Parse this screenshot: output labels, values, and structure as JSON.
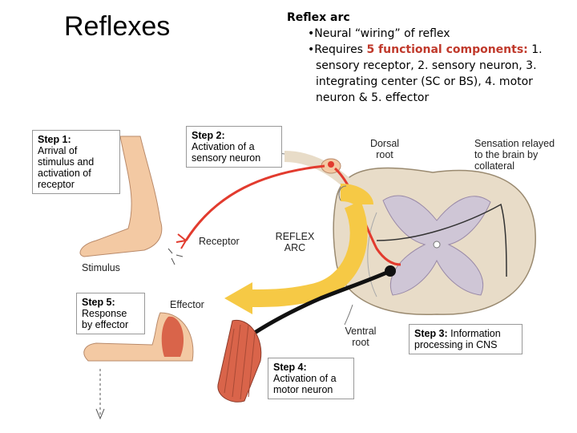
{
  "slide": {
    "title": "Reflexes",
    "heading": "Reflex arc",
    "bullet1": "•Neural “wiring” of reflex",
    "bullet2_prefix": "•Requires ",
    "bullet2_highlight": "5 functional components:",
    "bullet2_rest": " 1. sensory receptor, 2. sensory neuron, 3. integrating center (SC or BS), 4. motor neuron & 5. effector",
    "highlight_color": "#c0392b"
  },
  "diagram": {
    "step1": {
      "title": "Step 1:",
      "text": "Arrival of stimulus and activation of receptor"
    },
    "step2": {
      "title": "Step 2:",
      "text": "Activation of a sensory neuron"
    },
    "step3": {
      "title": "Step 3:",
      "text": "Information processing in CNS"
    },
    "step4": {
      "title": "Step 4:",
      "text": "Activation of a motor neuron"
    },
    "step5": {
      "title": "Step 5:",
      "text": "Response by effector"
    },
    "labels": {
      "dorsal_root": "Dorsal root",
      "sensation": "Sensation relayed to the brain by collateral",
      "receptor": "Receptor",
      "reflex_arc": "REFLEX ARC",
      "stimulus": "Stimulus",
      "effector": "Effector",
      "ventral_root": "Ventral root"
    },
    "colors": {
      "sensory_neuron": "#e23b2e",
      "motor_neuron": "#111111",
      "arrow": "#f6c945",
      "skin": "#f3c9a3",
      "muscle": "#d9644a",
      "spinal_cord": "#e8dcc8"
    }
  }
}
